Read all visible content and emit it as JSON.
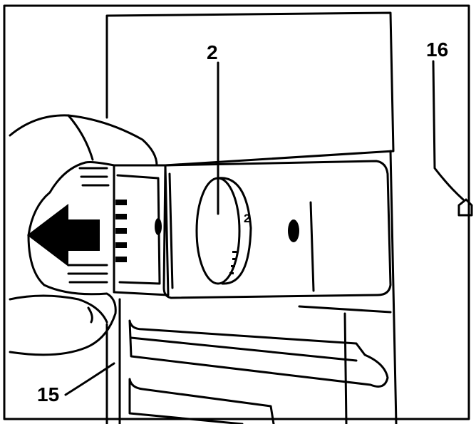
{
  "callouts": {
    "knob_label": "2",
    "switch_label": "16",
    "cover_label": "15",
    "dial_marking": "2"
  },
  "colors": {
    "ink": "#000000",
    "paper": "#ffffff"
  }
}
